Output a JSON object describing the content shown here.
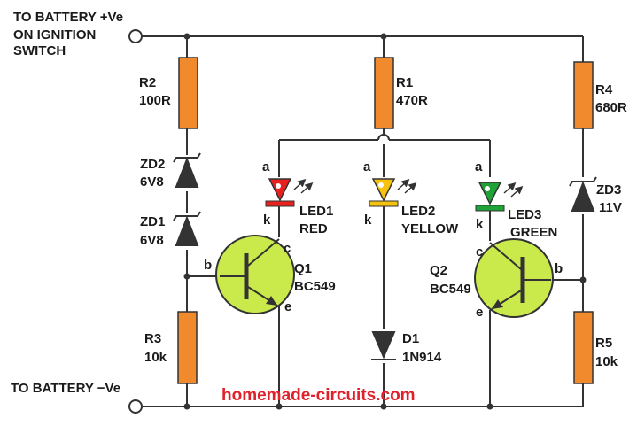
{
  "terminals": {
    "pos_line1": "TO BATTERY +Ve",
    "pos_line2": "ON IGNITION",
    "pos_line3": "SWITCH",
    "neg": "TO BATTERY −Ve"
  },
  "components": {
    "R1": {
      "name": "R1",
      "value": "470R"
    },
    "R2": {
      "name": "R2",
      "value": "100R"
    },
    "R3": {
      "name": "R3",
      "value": "10k"
    },
    "R4": {
      "name": "R4",
      "value": "680R"
    },
    "R5": {
      "name": "R5",
      "value": "10k"
    },
    "ZD1": {
      "name": "ZD1",
      "value": "6V8"
    },
    "ZD2": {
      "name": "ZD2",
      "value": "6V8"
    },
    "ZD3": {
      "name": "ZD3",
      "value": "11V"
    },
    "D1": {
      "name": "D1",
      "value": "1N914"
    },
    "LED1": {
      "name": "LED1",
      "value": "RED",
      "color": "#e8201e"
    },
    "LED2": {
      "name": "LED2",
      "value": "YELLOW",
      "color": "#f6c10f"
    },
    "LED3": {
      "name": "LED3",
      "value": "GREEN",
      "color": "#1fa338"
    },
    "Q1": {
      "name": "Q1",
      "value": "BC549"
    },
    "Q2": {
      "name": "Q2",
      "value": "BC549"
    }
  },
  "pins": {
    "anode": "a",
    "cathode": "k",
    "base": "b",
    "collector": "c",
    "emitter": "e"
  },
  "watermark": "homemade-circuits.com",
  "colors": {
    "resistor": "#f08a2c",
    "transistor": "#c9ea4a",
    "wire": "#333333",
    "watermark": "#e0202a"
  }
}
